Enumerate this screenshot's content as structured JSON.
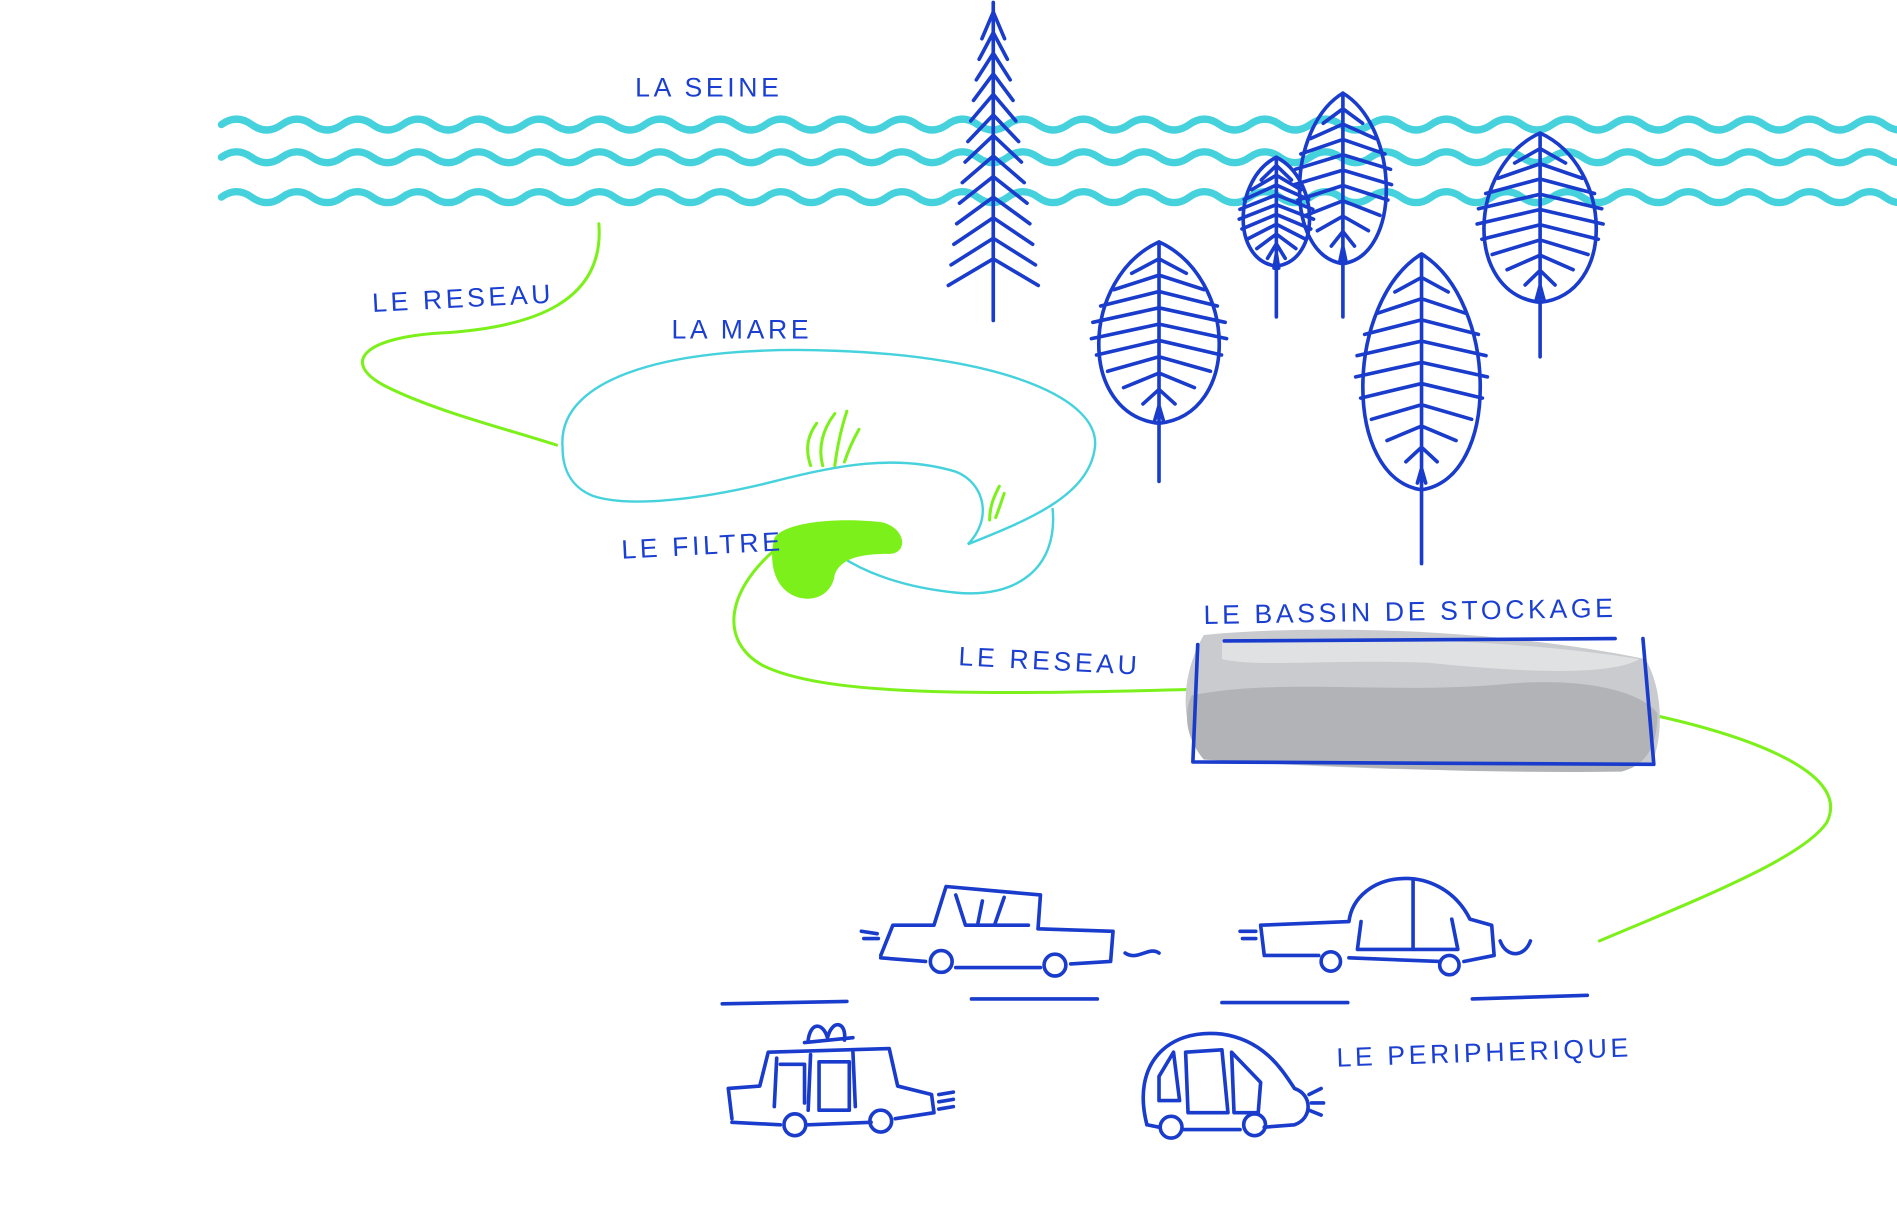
{
  "labels": {
    "river": "LA SEINE",
    "network_top": "LE RESEAU",
    "pond": "LA MARE",
    "filter": "LE FILTRE",
    "network_mid": "LE RESEAU",
    "basin": "LE BASSIN DE STOCKAGE",
    "ring_road": "LE PERIPHERIQUE"
  },
  "colors": {
    "ink": "#1a3ccc",
    "river": "#46d2dc",
    "network": "#7cf01a",
    "basin": "#b4b6ba"
  }
}
